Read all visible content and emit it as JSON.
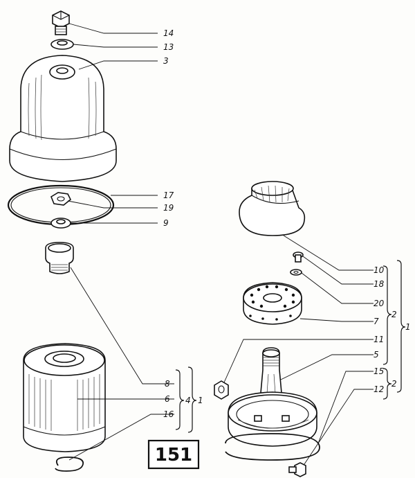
{
  "figure_number": "151",
  "callouts": {
    "n14": "14",
    "n13": "13",
    "n3": "3",
    "n17": "17",
    "n19": "19",
    "n9": "9",
    "n10": "10",
    "n18": "18",
    "n20": "20",
    "n7": "7",
    "n11": "11",
    "n5": "5",
    "n15": "15",
    "n12": "12",
    "n8": "8",
    "n6": "6",
    "n16": "16"
  },
  "groups": {
    "g4": "4",
    "g1_left": "1",
    "g2_upper": "2",
    "g1_right": "1",
    "g2_lower": "2"
  }
}
